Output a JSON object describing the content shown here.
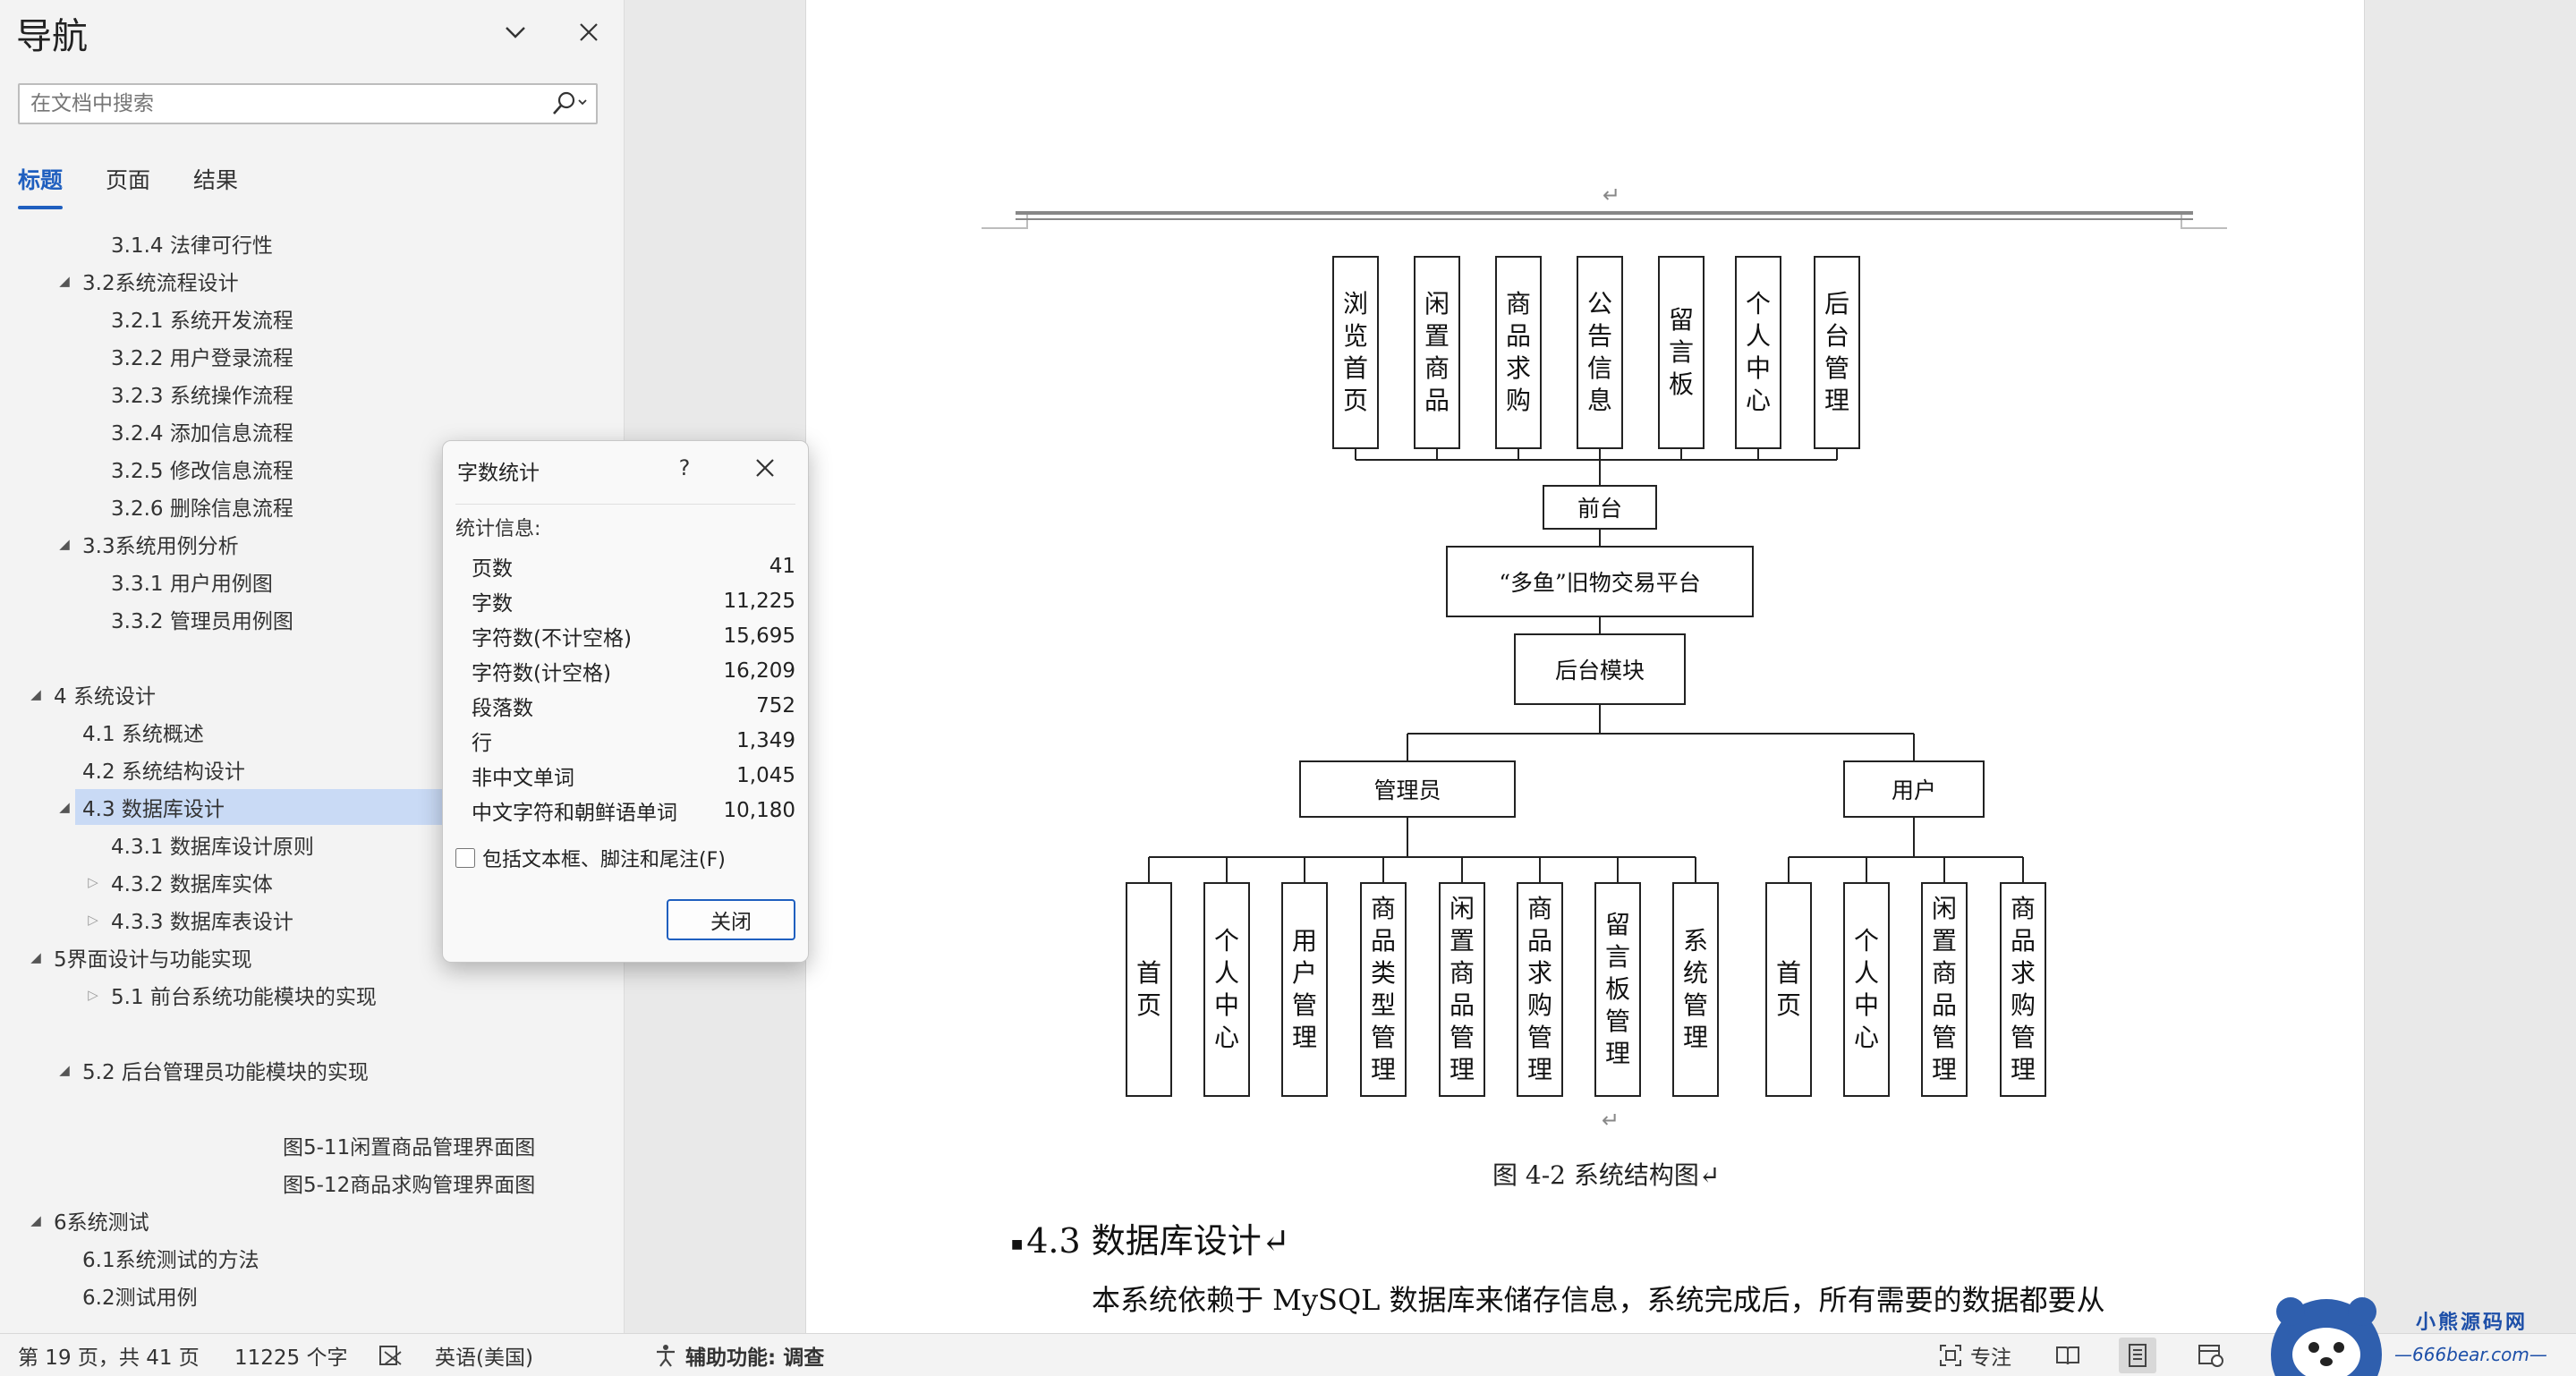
{
  "nav": {
    "title": "导航",
    "search_placeholder": "在文档中搜索",
    "tabs": [
      "标题",
      "页面",
      "结果"
    ],
    "active_tab": 0,
    "items": [
      {
        "label": "3.1.4 法律可行性",
        "level": 3,
        "arrow": "none"
      },
      {
        "label": "3.2系统流程设计",
        "level": 2,
        "arrow": "expanded"
      },
      {
        "label": "3.2.1 系统开发流程",
        "level": 3,
        "arrow": "none"
      },
      {
        "label": "3.2.2 用户登录流程",
        "level": 3,
        "arrow": "none"
      },
      {
        "label": "3.2.3 系统操作流程",
        "level": 3,
        "arrow": "none"
      },
      {
        "label": "3.2.4 添加信息流程",
        "level": 3,
        "arrow": "none"
      },
      {
        "label": "3.2.5 修改信息流程",
        "level": 3,
        "arrow": "none"
      },
      {
        "label": "3.2.6 删除信息流程",
        "level": 3,
        "arrow": "none"
      },
      {
        "label": "3.3系统用例分析",
        "level": 2,
        "arrow": "expanded"
      },
      {
        "label": "3.3.1 用户用例图",
        "level": 3,
        "arrow": "none"
      },
      {
        "label": "3.3.2 管理员用例图",
        "level": 3,
        "arrow": "none"
      },
      {
        "label": "",
        "level": 3,
        "arrow": "none"
      },
      {
        "label": "4 系统设计",
        "level": 1,
        "arrow": "expanded"
      },
      {
        "label": "4.1 系统概述",
        "level": 2,
        "arrow": "none"
      },
      {
        "label": "4.2 系统结构设计",
        "level": 2,
        "arrow": "none"
      },
      {
        "label": "4.3 数据库设计",
        "level": 2,
        "arrow": "expanded",
        "selected": true
      },
      {
        "label": "4.3.1 数据库设计原则",
        "level": 3,
        "arrow": "none"
      },
      {
        "label": "4.3.2 数据库实体",
        "level": 3,
        "arrow": "collapsed"
      },
      {
        "label": "4.3.3 数据库表设计",
        "level": 3,
        "arrow": "collapsed"
      },
      {
        "label": "5界面设计与功能实现",
        "level": 1,
        "arrow": "expanded"
      },
      {
        "label": "5.1 前台系统功能模块的实现",
        "level": 3,
        "arrow": "collapsed"
      },
      {
        "label": "",
        "level": 3,
        "arrow": "none"
      },
      {
        "label": "5.2 后台管理员功能模块的实现",
        "level": 2,
        "arrow": "expanded"
      },
      {
        "label": "",
        "level": 3,
        "arrow": "none"
      },
      {
        "label": "图5-11闲置商品管理界面图",
        "level": 5,
        "arrow": "none"
      },
      {
        "label": "图5-12商品求购管理界面图",
        "level": 5,
        "arrow": "none"
      },
      {
        "label": "6系统测试",
        "level": 1,
        "arrow": "expanded"
      },
      {
        "label": "6.1系统测试的方法",
        "level": 2,
        "arrow": "none"
      },
      {
        "label": "6.2测试用例",
        "level": 2,
        "arrow": "none"
      }
    ]
  },
  "dialog": {
    "title": "字数统计",
    "help": "?",
    "stats_heading": "统计信息:",
    "stats": [
      {
        "label": "页数",
        "value": "41"
      },
      {
        "label": "字数",
        "value": "11,225"
      },
      {
        "label": "字符数(不计空格)",
        "value": "15,695"
      },
      {
        "label": "字符数(计空格)",
        "value": "16,209"
      },
      {
        "label": "段落数",
        "value": "752"
      },
      {
        "label": "行",
        "value": "1,349"
      },
      {
        "label": "非中文单词",
        "value": "1,045"
      },
      {
        "label": "中文字符和朝鲜语单词",
        "value": "10,180"
      }
    ],
    "checkbox_label": "包括文本框、脚注和尾注(F)",
    "checkbox_checked": false,
    "close_label": "关闭"
  },
  "document": {
    "paragraph_mark": "↵",
    "diagram": {
      "front_modules": [
        "浏览首页",
        "闲置商品",
        "商品求购",
        "公告信息",
        "留言板",
        "个人中心",
        "后台管理"
      ],
      "front_label": "前台",
      "platform_label": "“多鱼”旧物交易平台",
      "backend_label": "后台模块",
      "admin_label": "管理员",
      "user_label": "用户",
      "admin_modules": [
        "首页",
        "个人中心",
        "用户管理",
        "商品类型管理",
        "闲置商品管理",
        "商品求购管理",
        "留言板管理",
        "系统管理"
      ],
      "user_modules": [
        "首页",
        "个人中心",
        "闲置商品管理",
        "商品求购管理"
      ]
    },
    "caption": "图 4-2  系统结构图↵",
    "section_heading": "4.3  数据库设计↵",
    "body_text": "本系统依赖于 MySQL 数据库来储存信息，系统完成后，所有需要的数据都要从"
  },
  "statusbar": {
    "page_info": "第 19 页，共 41 页",
    "word_count": "11225 个字",
    "language": "英语(美国)",
    "accessibility": "辅助功能: 调查",
    "focus": "专注"
  },
  "watermark": {
    "line1": "小熊源码网",
    "line2": "—666bear.com—"
  }
}
